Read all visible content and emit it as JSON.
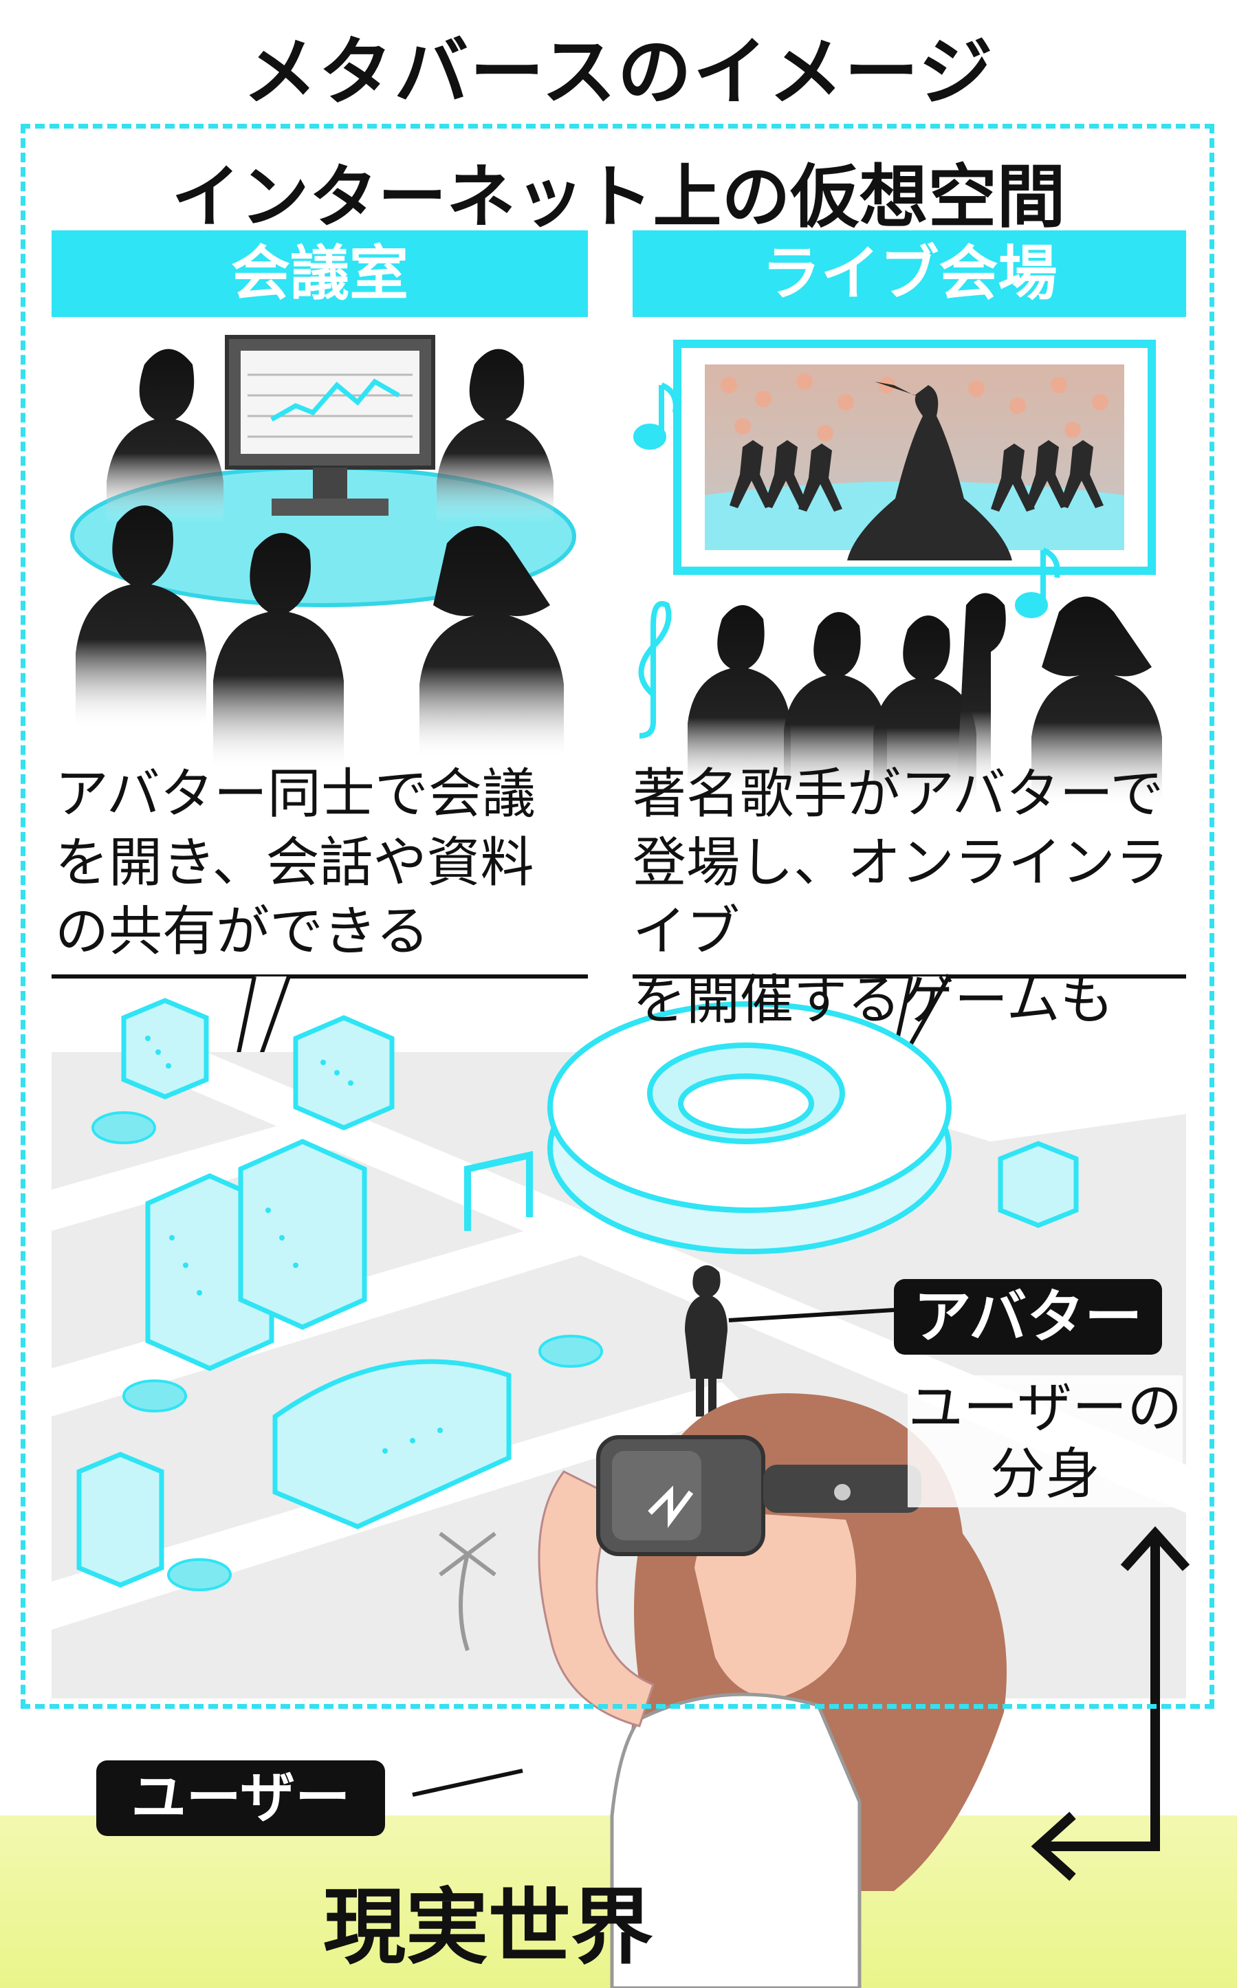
{
  "title": "メタバースのイメージ",
  "subtitle": "インターネット上の仮想空間",
  "panels": {
    "meeting": {
      "label": "会議室",
      "caption": [
        "アバター同士で会議",
        "を開き、会話や資料",
        "の共有ができる"
      ]
    },
    "live": {
      "label": "ライブ会場",
      "caption": [
        "著名歌手がアバターで",
        "登場し、オンラインライブ",
        "を開催するゲームも"
      ]
    }
  },
  "avatar": {
    "label": "アバター",
    "note": [
      "ユーザーの",
      "分身"
    ]
  },
  "user": {
    "label": "ユーザー"
  },
  "real_world": "現実世界",
  "colors": {
    "accent": "#2fe4f4",
    "frame": "#33e1f0",
    "ground": "#eef7a0",
    "text": "#111111"
  }
}
